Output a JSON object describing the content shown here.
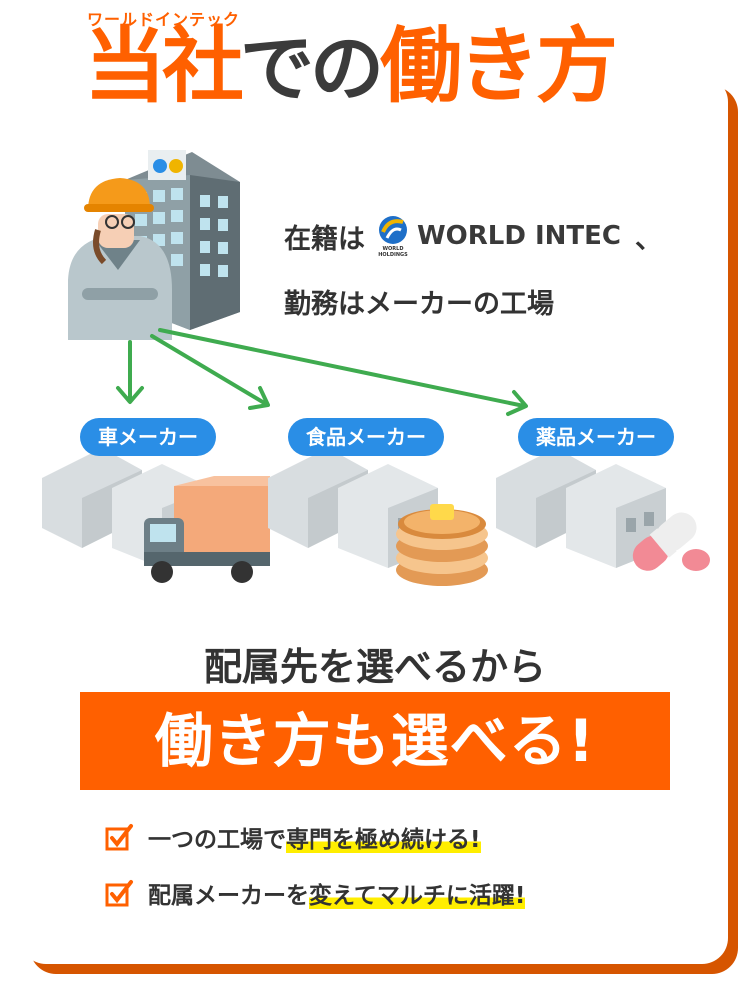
{
  "header": {
    "ruby": "ワールドインテック",
    "title_part1": "当社",
    "title_part2": "での",
    "title_part3": "働き方"
  },
  "intro": {
    "line1_prefix": "在籍は",
    "logo_main": "WORLD INTEC",
    "logo_sub_1": "WORLD",
    "logo_sub_2": "HOLDINGS",
    "line1_suffix": "、",
    "line2": "勤務はメーカーの工場"
  },
  "makers": [
    {
      "label": "車メーカー"
    },
    {
      "label": "食品メーカー"
    },
    {
      "label": "薬品メーカー"
    }
  ],
  "subheading": "配属先を選べるから",
  "banner": "働き方も選べる!",
  "points": [
    {
      "plain": "一つの工場で",
      "highlight": "専門を極め続ける!"
    },
    {
      "plain": "配属メーカーを",
      "highlight": "変えてマルチに活躍!"
    }
  ],
  "colors": {
    "accent": "#ff6000",
    "pill": "#2a8ee6",
    "arrow": "#3fab4f",
    "highlight": "#ffee00"
  }
}
